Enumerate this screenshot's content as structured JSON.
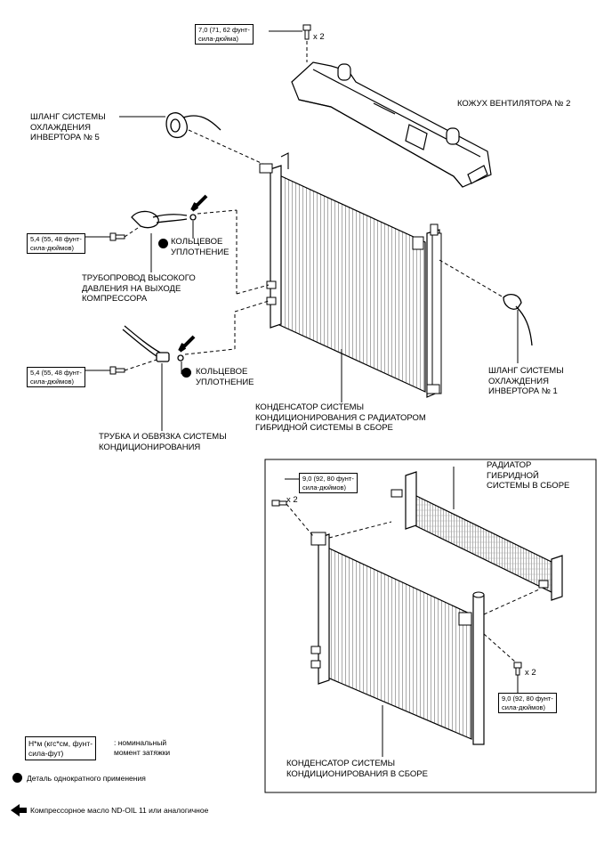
{
  "torques": {
    "t1": "7,0 (71, 62 фунт-\nсила-дюйма)",
    "t2": "5,4 (55, 48 фунт-\nсила-дюймов)",
    "t3": "5,4 (55, 48 фунт-\nсила-дюймов)",
    "t4": "9,0 (92, 80 фунт-\nсила-дюймов)",
    "t5": "9,0 (92, 80 фунт-\nсила-дюймов)"
  },
  "quantities": {
    "q1": "x 2",
    "q2": "x 2",
    "q3": "x 2"
  },
  "labels": {
    "fan_shroud": "КОЖУХ ВЕНТИЛЯТОРА № 2",
    "hose5": "ШЛАНГ СИСТЕМЫ\nОХЛАЖДЕНИЯ\nИНВЕРТОРА № 5",
    "oring1": "КОЛЬЦЕВОЕ\nУПЛОТНЕНИЕ",
    "discharge_pipe": "ТРУБОПРОВОД ВЫСОКОГО\nДАВЛЕНИЯ НА ВЫХОДЕ\nКОМПРЕССОРА",
    "oring2": "КОЛЬЦЕВОЕ\nУПЛОТНЕНИЕ",
    "hose1": "ШЛАНГ СИСТЕМЫ\nОХЛАЖДЕНИЯ\nИНВЕРТОРА № 1",
    "condenser_with_radiator": "КОНДЕНСАТОР СИСТЕМЫ\nКОНДИЦИОНИРОВАНИЯ С РАДИАТОРОМ\nГИБРИДНОЙ СИСТЕМЫ В СБОРЕ",
    "tube_assembly": "ТРУБКА И ОБВЯЗКА СИСТЕМЫ\nКОНДИЦИОНИРОВАНИЯ",
    "hybrid_radiator": "РАДИАТОР\nГИБРИДНОЙ\nСИСТЕМЫ В СБОРЕ",
    "condenser": "КОНДЕНСАТОР СИСТЕМЫ\nКОНДИЦИОНИРОВАНИЯ В СБОРЕ"
  },
  "legend": {
    "unit_box": "Н*м (кгс*см, фунт-\nсила-фут)",
    "unit_desc": ": номинальный\nмомент затяжки",
    "non_reusable": "Деталь однократного применения",
    "oil": "Компрессорное масло ND-OIL 11 или аналогичное"
  }
}
